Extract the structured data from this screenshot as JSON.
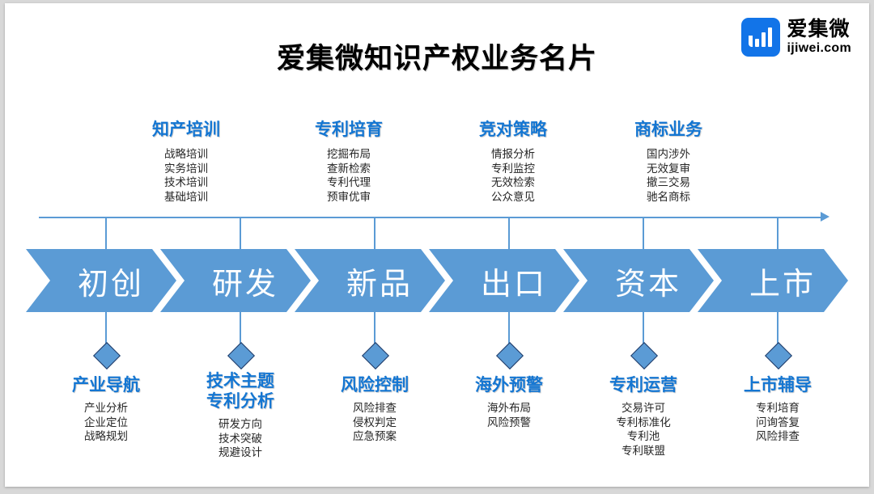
{
  "header": {
    "title": "爱集微知识产权业务名片",
    "brand_cn": "爱集微",
    "brand_en": "ijiwei.com",
    "logo_icon": "bar-chart-logo-icon"
  },
  "colors": {
    "chevron_blue": "#5B9BD5",
    "heading_blue": "#1476D2",
    "diamond_outline": "#1F3864",
    "brand_blue": "#1274E8",
    "body_text": "#262626"
  },
  "axis": {
    "arrow_icon": "right-arrow-icon",
    "tick_count": 6
  },
  "top_groups": [
    {
      "title": "知产培训",
      "items": [
        "战略培训",
        "实务培训",
        "技术培训",
        "基础培训"
      ]
    },
    {
      "title": "专利培育",
      "items": [
        "挖掘布局",
        "查新检索",
        "专利代理",
        "预审优审"
      ]
    },
    {
      "title": "竞对策略",
      "items": [
        "情报分析",
        "专利监控",
        "无效检索",
        "公众意见"
      ]
    },
    {
      "title": "商标业务",
      "items": [
        "国内涉外",
        "无效复审",
        "撤三交易",
        "驰名商标"
      ]
    }
  ],
  "stages": [
    {
      "label": "初创"
    },
    {
      "label": "研发"
    },
    {
      "label": "新品"
    },
    {
      "label": "出口"
    },
    {
      "label": "资本"
    },
    {
      "label": "上市"
    }
  ],
  "bottom_groups": [
    {
      "title": "产业导航",
      "title2": "",
      "items": [
        "产业分析",
        "企业定位",
        "战略规划"
      ]
    },
    {
      "title": "技术主题",
      "title2": "专利分析",
      "items": [
        "研发方向",
        "技术突破",
        "规避设计"
      ]
    },
    {
      "title": "风险控制",
      "title2": "",
      "items": [
        "风险排查",
        "侵权判定",
        "应急预案"
      ]
    },
    {
      "title": "海外预警",
      "title2": "",
      "items": [
        "海外布局",
        "风险预警"
      ]
    },
    {
      "title": "专利运营",
      "title2": "",
      "items": [
        "交易许可",
        "专利标准化",
        "专利池",
        "专利联盟"
      ]
    },
    {
      "title": "上市辅导",
      "title2": "",
      "items": [
        "专利培育",
        "问询答复",
        "风险排查"
      ]
    }
  ]
}
